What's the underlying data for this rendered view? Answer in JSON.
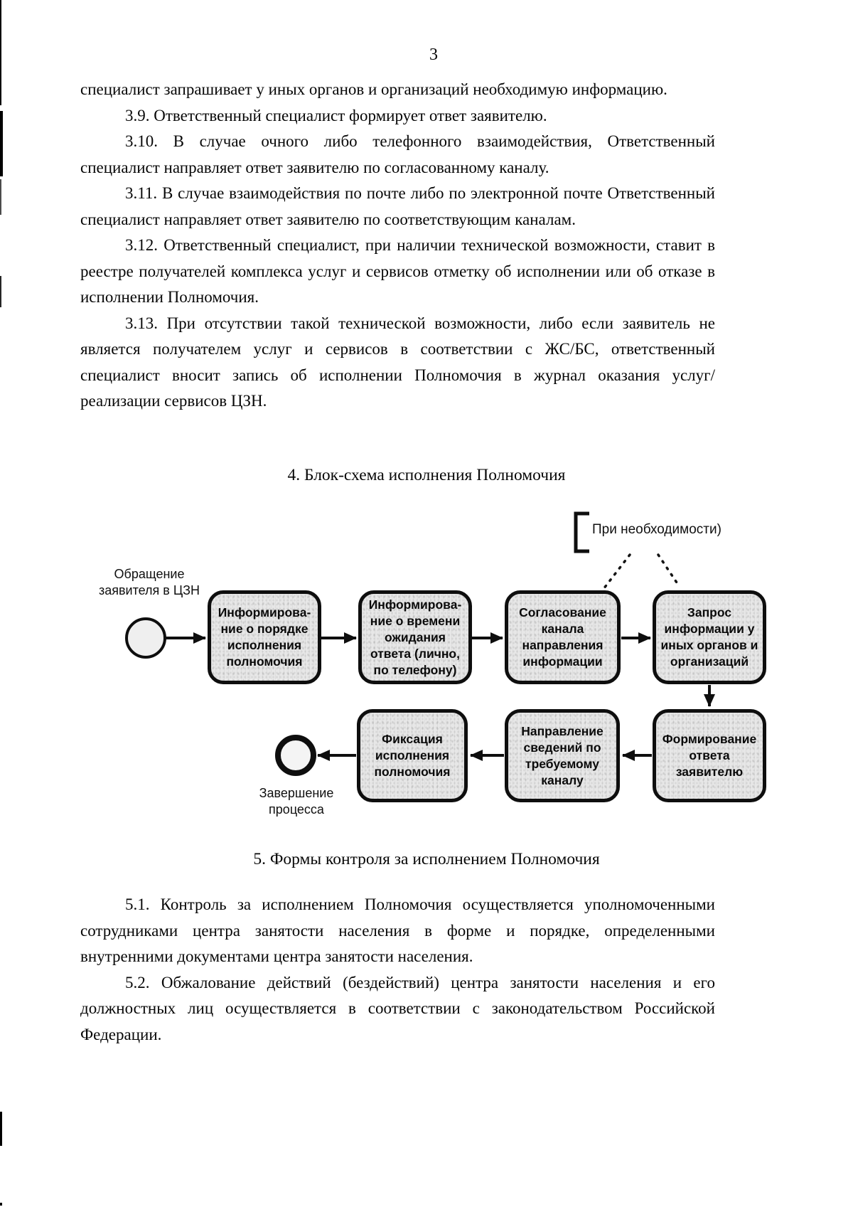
{
  "document": {
    "page_number": "3",
    "section3_paragraphs": [
      "специалист запрашивает у иных органов и организаций необходимую информацию.",
      "3.9. Ответственный специалист формирует ответ заявителю.",
      "3.10. В случае очного либо телефонного взаимодействия, Ответственный специалист направляет ответ заявителю по согласованному каналу.",
      "3.11. В случае взаимодействия по почте либо по электронной почте Ответственный специалист направляет ответ заявителю по соответствующим каналам.",
      "3.12. Ответственный специалист, при наличии технической возможности, ставит в реестре получателей комплекса услуг и сервисов отметку об исполнении или об отказе в исполнении Полномочия.",
      "3.13. При отсутствии такой технической возможности, либо если заявитель не является получателем услуг и сервисов в соответствии с ЖС/БС, ответственный специалист вносит запись об исполнении Полномочия в журнал оказания услуг/ реализации сервисов ЦЗН."
    ],
    "section4_heading": "4. Блок-схема исполнения Полномочия",
    "section5_heading": "5. Формы контроля за исполнением Полномочия",
    "section5_paragraphs": [
      "5.1. Контроль за исполнением Полномочия осуществляется уполномоченными сотрудниками центра занятости населения в форме и порядке, определенными внутренними документами центра занятости населения.",
      "5.2. Обжалование действий (бездействий) центра занятости населения и его должностных лиц осуществляется в соответствии с законодательством Российской Федерации."
    ]
  },
  "flowchart": {
    "condition_note": "При необходимости)",
    "start_label": "Обращение\nзаявителя в ЦЗН",
    "end_label": "Завершение\nпроцесса",
    "nodes": [
      "Информирова-\nние о порядке\nисполнения\nполномочия",
      "Информирова-\nние о времени\nожидания\nответа (лично,\nпо телефону)",
      "Согласование\nканала\nнаправления\nинформации",
      "Запрос\nинформации у\nиных органов и\nорганизаций",
      "Формирование\nответа\nзаявителю",
      "Направление\nсведений по\nтребуемому\nканалу",
      "Фиксация\nисполнения\nполномочия"
    ]
  }
}
